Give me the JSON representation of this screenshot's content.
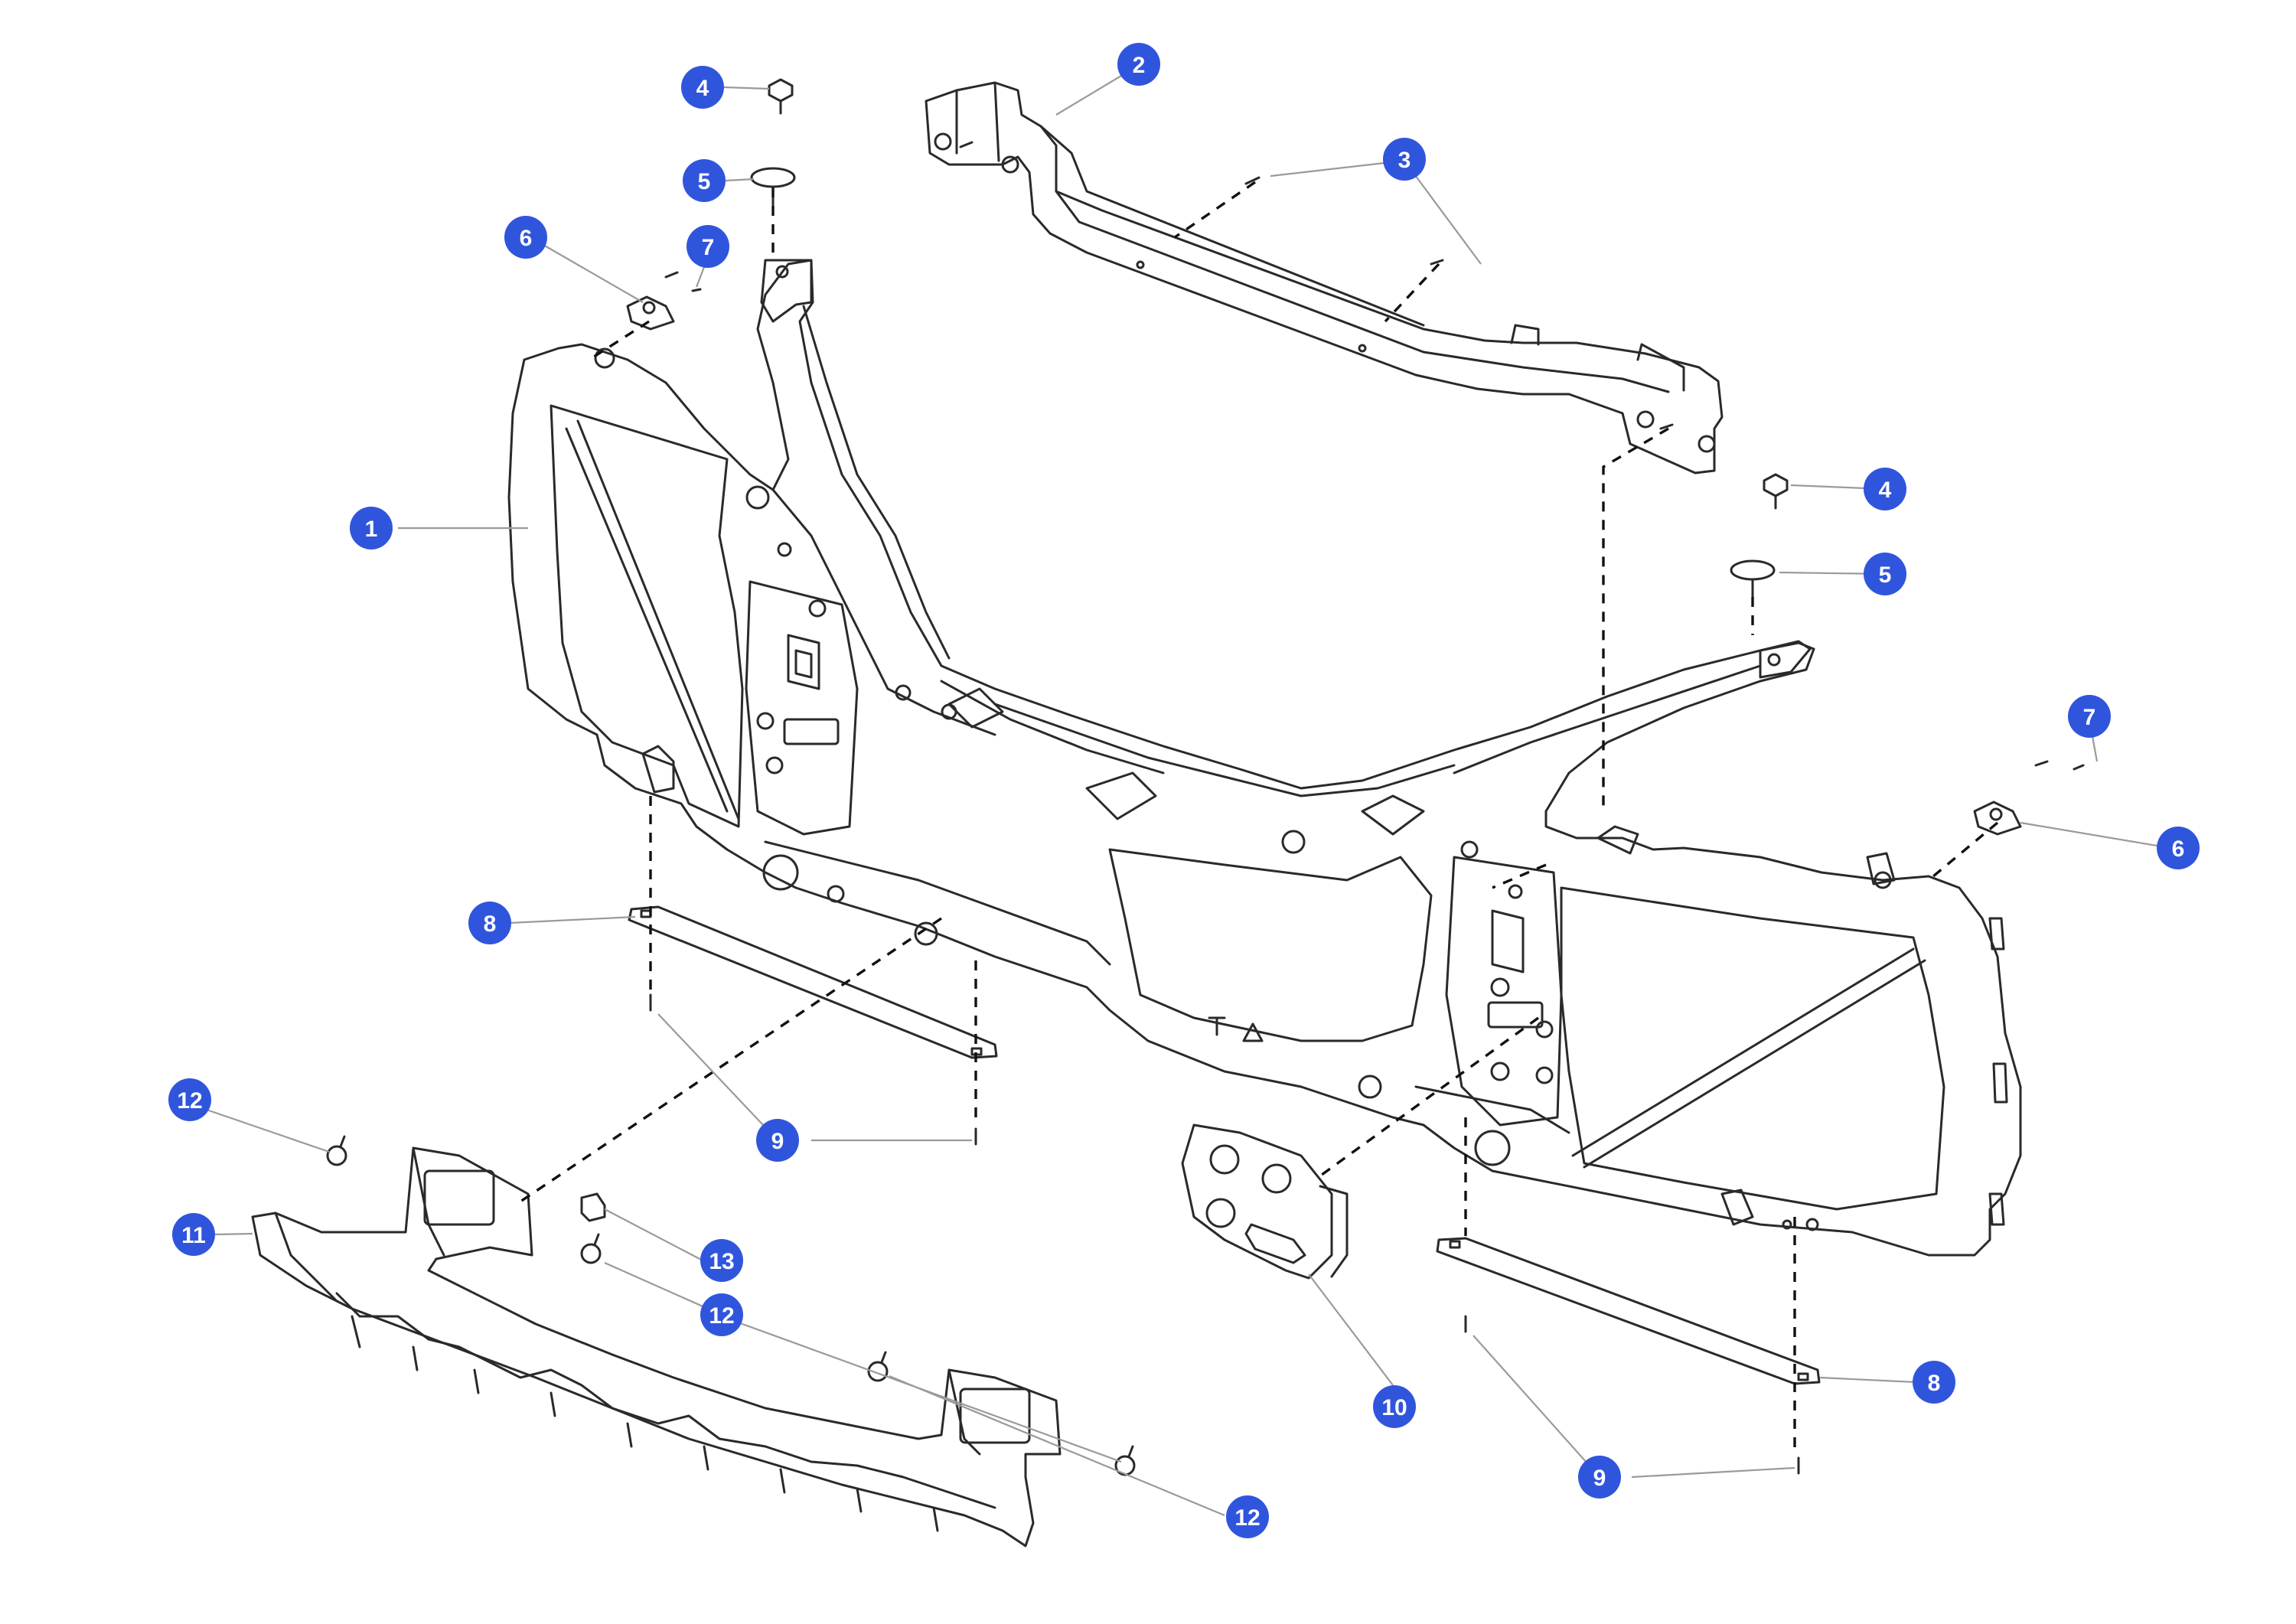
{
  "colors": {
    "callout": "#3055DD",
    "callout_text": "#FFFFFF",
    "line": "#2A2A2A",
    "background": "#FFFFFF"
  },
  "callouts": [
    {
      "id": "c1",
      "number": "1"
    },
    {
      "id": "c2",
      "number": "2"
    },
    {
      "id": "c3",
      "number": "3"
    },
    {
      "id": "c4a",
      "number": "4"
    },
    {
      "id": "c4b",
      "number": "4"
    },
    {
      "id": "c5a",
      "number": "5"
    },
    {
      "id": "c5b",
      "number": "5"
    },
    {
      "id": "c6a",
      "number": "6"
    },
    {
      "id": "c6b",
      "number": "6"
    },
    {
      "id": "c7a",
      "number": "7"
    },
    {
      "id": "c7b",
      "number": "7"
    },
    {
      "id": "c8a",
      "number": "8"
    },
    {
      "id": "c8b",
      "number": "8"
    },
    {
      "id": "c9a",
      "number": "9"
    },
    {
      "id": "c9b",
      "number": "9"
    },
    {
      "id": "c10",
      "number": "10"
    },
    {
      "id": "c11",
      "number": "11"
    },
    {
      "id": "c12a",
      "number": "12"
    },
    {
      "id": "c12b",
      "number": "12"
    },
    {
      "id": "c12c",
      "number": "12"
    },
    {
      "id": "c13",
      "number": "13"
    }
  ]
}
